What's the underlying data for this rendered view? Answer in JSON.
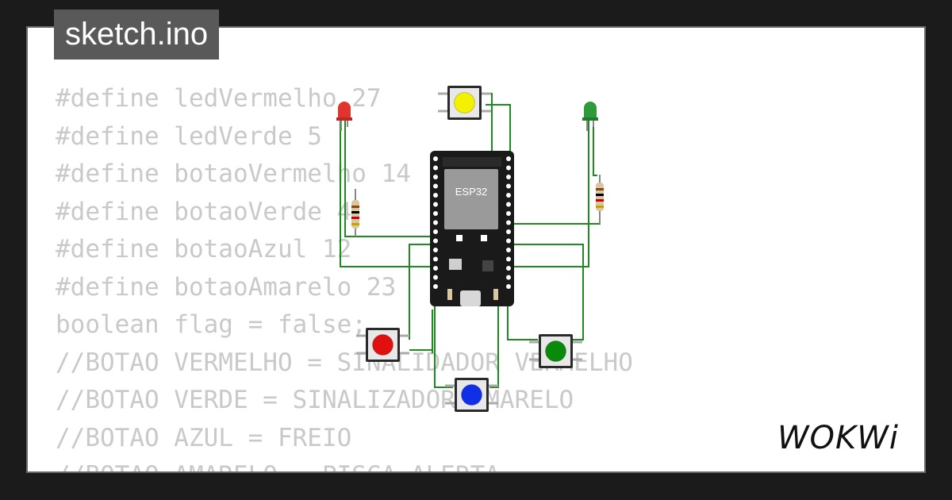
{
  "header": {
    "filename": "sketch.ino"
  },
  "code": {
    "lines": [
      "#define ledVermelho 27",
      "#define ledVerde 5",
      "#define botaoVermelho 14",
      "#define botaoVerde 4",
      "#define botaoAzul 12",
      "#define botaoAmarelo 23",
      "boolean flag = false;",
      "//BOTAO VERMELHO = SINALIDADOR VERMELHO",
      "//BOTAO VERDE = SINALIZADOR AMARELO",
      "//BOTAO AZUL = FREIO",
      "//BOTAO AMARELO = PISCA ALERTA"
    ]
  },
  "board": {
    "chip_label": "ESP32"
  },
  "components": {
    "leds": [
      {
        "name": "led-red",
        "color": "#e0342c"
      },
      {
        "name": "led-green",
        "color": "#2e9a3a"
      }
    ],
    "buttons": [
      {
        "name": "button-yellow",
        "color": "#f3f000"
      },
      {
        "name": "button-red",
        "color": "#e01010"
      },
      {
        "name": "button-blue",
        "color": "#1030e8"
      },
      {
        "name": "button-green",
        "color": "#0a8a0a"
      }
    ],
    "wire_color": "#1f8a1f"
  },
  "brand": {
    "logo_text": "WOKWi"
  }
}
